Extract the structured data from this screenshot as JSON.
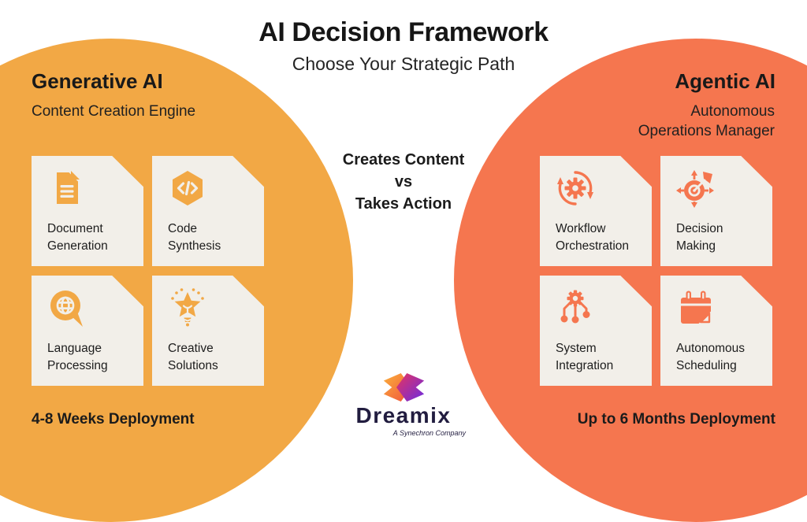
{
  "header": {
    "title": "AI Decision Framework",
    "subtitle": "Choose Your Strategic Path"
  },
  "comparison": {
    "top": "Creates Content",
    "middle": "vs",
    "bottom": "Takes Action"
  },
  "generative": {
    "title": "Generative AI",
    "subtitle": "Content Creation Engine",
    "deployment": "4-8 Weeks Deployment",
    "cards": [
      {
        "label": "Document Generation",
        "icon": "document-icon"
      },
      {
        "label": "Code Synthesis",
        "icon": "code-icon"
      },
      {
        "label": "Language Processing",
        "icon": "language-globe-icon"
      },
      {
        "label": "Creative Solutions",
        "icon": "creative-star-icon"
      }
    ]
  },
  "agentic": {
    "title": "Agentic AI",
    "subtitle": "Autonomous Operations Manager",
    "deployment": "Up to 6 Months Deployment",
    "cards": [
      {
        "label": "Workflow Orchestration",
        "icon": "workflow-gear-icon"
      },
      {
        "label": "Decision Making",
        "icon": "decision-target-icon"
      },
      {
        "label": "System Integration",
        "icon": "integration-network-icon"
      },
      {
        "label": "Autonomous Scheduling",
        "icon": "scheduling-calendar-icon"
      }
    ]
  },
  "brand": {
    "name": "Dreamix",
    "tagline": "A Synechron Company"
  },
  "colors": {
    "generative_orange": "#F2A845",
    "agentic_orange": "#F5764F",
    "card_bg": "#F2EFE9",
    "page_bg": "#FFFFFF",
    "text_dark": "#1A1A1A",
    "brand_text": "#211C3F",
    "logo_left_start": "#FBB03B",
    "logo_left_end": "#F0503C",
    "logo_right_start": "#E8345E",
    "logo_right_end": "#6B2BE2"
  }
}
